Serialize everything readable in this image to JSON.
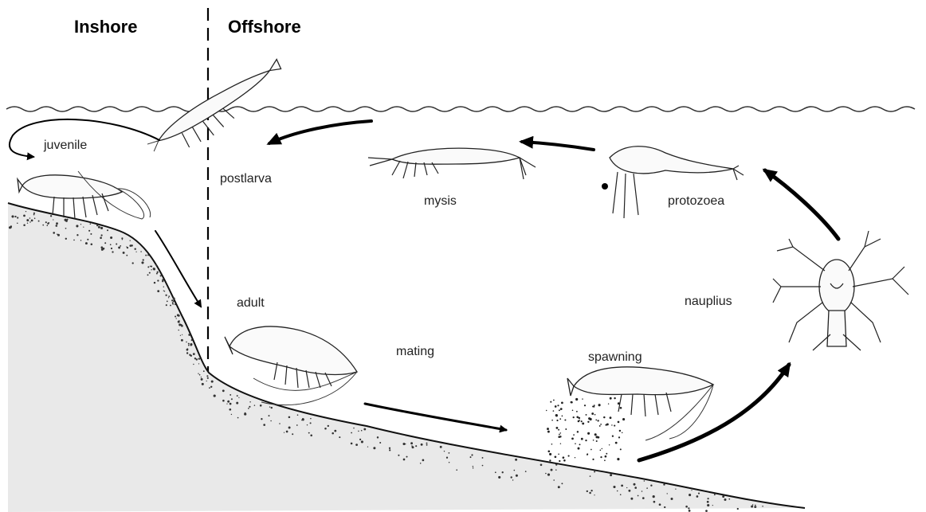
{
  "zones": {
    "inshore": "Inshore",
    "offshore": "Offshore"
  },
  "stages": {
    "juvenile": "juvenile",
    "postlarva": "postlarva",
    "mysis": "mysis",
    "protozoea": "protozoea",
    "nauplius": "nauplius",
    "adult": "adult",
    "mating": "mating",
    "spawning": "spawning"
  },
  "colors": {
    "ink": "#000000",
    "seabed_speckle": "#333333",
    "background": "#ffffff"
  }
}
